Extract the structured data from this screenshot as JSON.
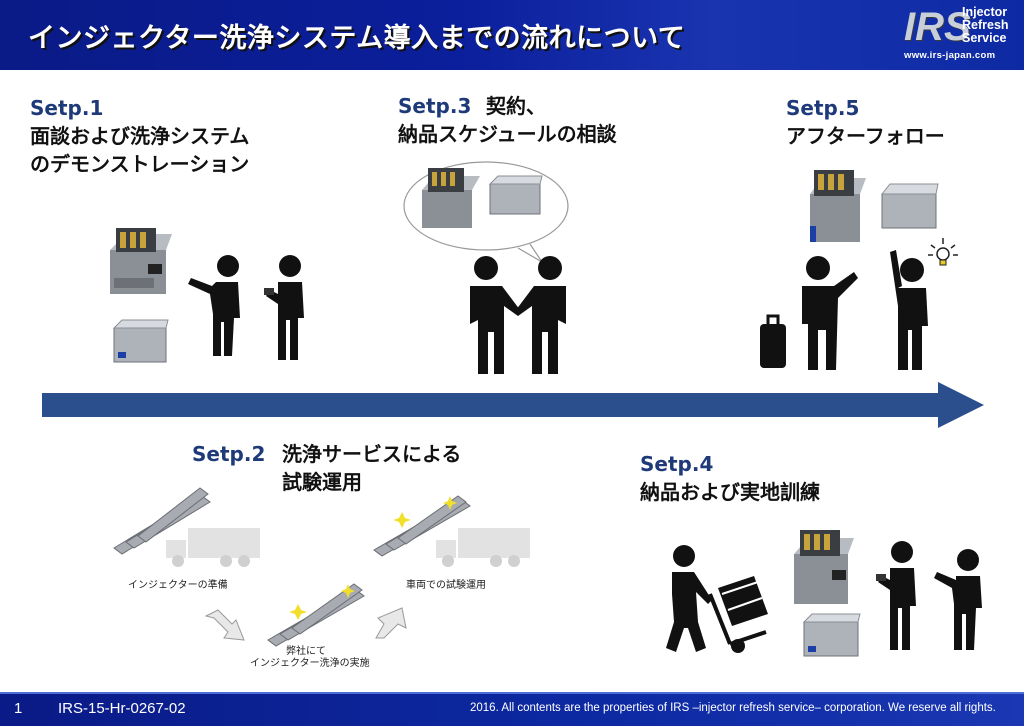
{
  "header": {
    "title": "インジェクター洗浄システム導入までの流れについて",
    "logo": {
      "mark": "IRS",
      "line1": "Injector",
      "line2": "Refresh",
      "line3": "Service",
      "url": "www.irs-japan.com"
    }
  },
  "steps": {
    "step1": {
      "title": "Setp.1",
      "line1": "面談および洗浄システム",
      "line2": "のデモンストレーション"
    },
    "step2": {
      "title": "Setp.2",
      "line1": "洗浄サービスによる",
      "line2": "試験運用",
      "labels": {
        "prep": "インジェクターの準備",
        "ours1": "弊社にて",
        "ours2": "インジェクター洗浄の実施",
        "vehicle": "車両での試験運用"
      }
    },
    "step3": {
      "title": "Setp.3",
      "line1": "契約、",
      "line2": "納品スケジュールの相談"
    },
    "step4": {
      "title": "Setp.4",
      "line1": "納品および実地訓練"
    },
    "step5": {
      "title": "Setp.5",
      "line1": "アフターフォロー"
    }
  },
  "footer": {
    "page": "1",
    "doc_code": "IRS-15-Hr-0267-02",
    "copyright": "2016. All contents are the properties of IRS –injector refresh service– corporation. We reserve all rights."
  },
  "colors": {
    "accent": "#1e3a78",
    "arrow": "#2a4f8c",
    "header": "#0b1f9c"
  }
}
